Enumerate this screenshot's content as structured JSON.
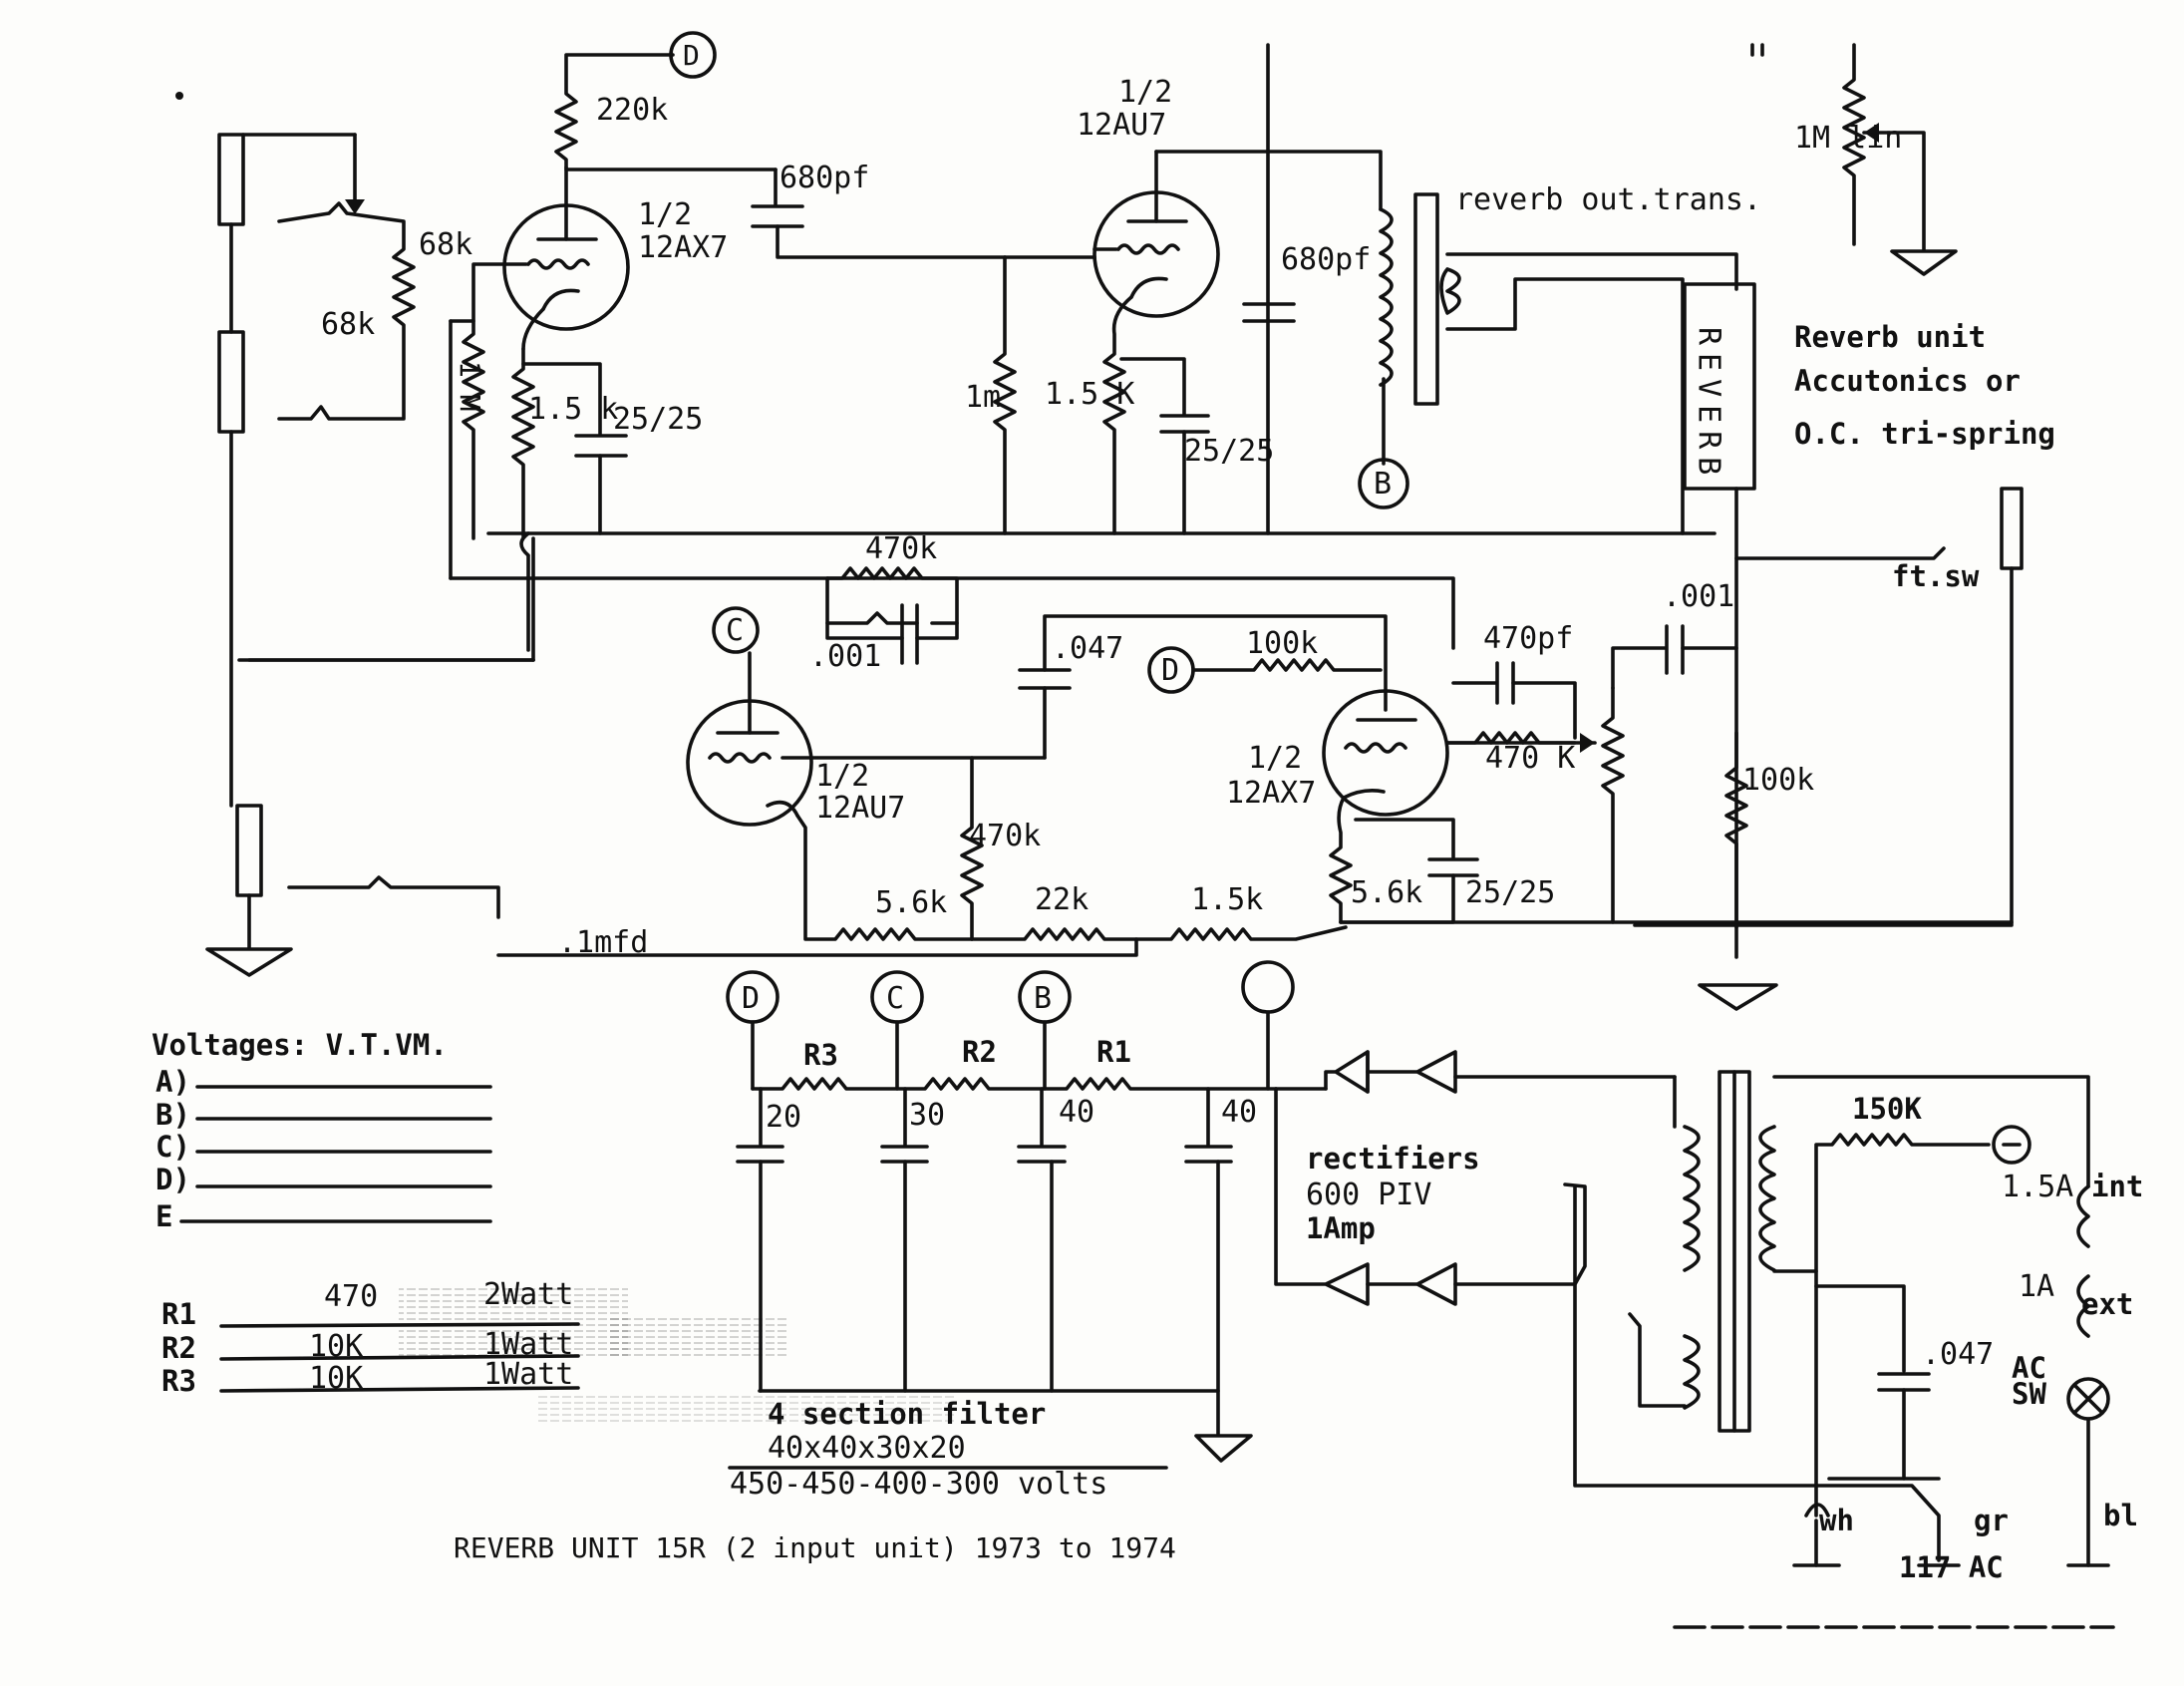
{
  "tubes": {
    "v1": {
      "half": "1/2",
      "type": "12AX7"
    },
    "v2": {
      "half": "1/2",
      "type": "12AU7"
    },
    "v3": {
      "half": "1/2",
      "type": "12AU7"
    },
    "v4": {
      "half": "1/2",
      "type": "12AX7"
    }
  },
  "components": {
    "r_220k": "220k",
    "c_680pf_a": "680pf",
    "r_68k_a": "68k",
    "r_68k_b": "68k",
    "r_1m_v": "1 M",
    "r_1_5k_a": "1.5 k",
    "c_25_25_a": "25/25",
    "r_1m_b": "1m",
    "r_1_5k_b": "1.5 K",
    "c_25_25_b": "25/25",
    "c_680pf_b": "680pf",
    "trans": "reverb out.trans.",
    "reverb_tank": "REVERB",
    "pot_1m": "1M lin",
    "reverb_note_1": "Reverb unit",
    "reverb_note_2": "Accutonics or",
    "reverb_note_3": "O.C. tri-spring",
    "r_470k_fb": "470k",
    "c_001_fb": ".001",
    "c_047": ".047",
    "r_100k_a": "100k",
    "c_470pf": "470pf",
    "c_001_out": ".001",
    "r_470k_b": "470 K",
    "r_470k_grid": "470k",
    "r_100k_b": "100k",
    "ft_sw": "ft.sw",
    "r_5_6k_a": "5.6k",
    "r_22k": "22k",
    "r_1_5k_c": "1.5k",
    "r_5_6k_b": "5.6k",
    "c_25_25_c": "25/25",
    "c_1mfd": ".1mfd"
  },
  "nodes": {
    "A": "",
    "B": "B",
    "C": "C",
    "D": "D"
  },
  "supply": {
    "r3": "R3",
    "r2": "R2",
    "r1": "R1",
    "cap_values": [
      "20",
      "30",
      "40",
      "40"
    ],
    "rectifiers_1": "rectifiers",
    "rectifiers_2": "600 PIV",
    "rectifiers_3": "1Amp",
    "r_150k": "150K",
    "fuse_1_5a": "1.5A",
    "int": "int",
    "fuse_1a": "1A",
    "ext": "ext",
    "ac_sw_1": "AC",
    "ac_sw_2": "SW",
    "c_047": ".047",
    "wh": "wh",
    "gr": "gr",
    "bl": "bl",
    "mains": "117 AC",
    "filter_1": "4 section filter",
    "filter_2": "40x40x30x20",
    "filter_3": "450-450-400-300 volts"
  },
  "voltages": {
    "title": "Voltages: V.T.VM.",
    "rows": [
      "A)",
      "B)",
      "C)",
      "D)",
      "E"
    ]
  },
  "resistor_table": {
    "rows": [
      {
        "name": "R1",
        "value": "470",
        "watt": "2Watt"
      },
      {
        "name": "R2",
        "value": "10K",
        "watt": "1Watt"
      },
      {
        "name": "R3",
        "value": "10K",
        "watt": "1Watt"
      }
    ]
  },
  "footer": {
    "title": "REVERB UNIT  15R  (2 input unit) 1973 to 1974"
  }
}
